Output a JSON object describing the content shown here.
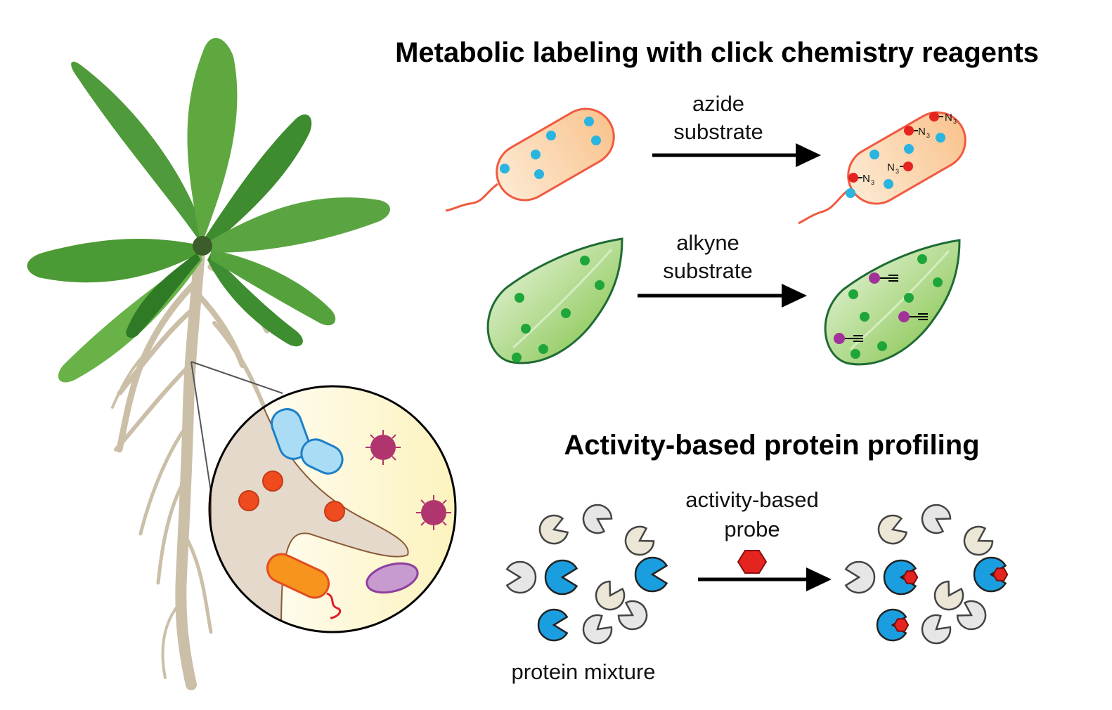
{
  "sections": {
    "metabolic": {
      "title": "Metabolic labeling with click chemistry reagents",
      "azide_label_line1": "azide",
      "azide_label_line2": "substrate",
      "alkyne_label_line1": "alkyne",
      "alkyne_label_line2": "substrate",
      "azide_group": "N",
      "azide_subscript": "3"
    },
    "abpp": {
      "title": "Activity-based protein profiling",
      "probe_label_line1": "activity-based",
      "probe_label_line2": "probe",
      "mixture_label": "protein mixture"
    }
  },
  "colors": {
    "leaf_green": "#4f9a3a",
    "root_tan": "#cbbfa8",
    "bacterium_outline": "#f05a40",
    "cyan_dot": "#29b5e0",
    "green_dot": "#1fa63a",
    "red_dot": "#e52420",
    "purple_dot": "#a1329a",
    "protein_blue": "#1a9ee0",
    "probe_red": "#e52420"
  }
}
